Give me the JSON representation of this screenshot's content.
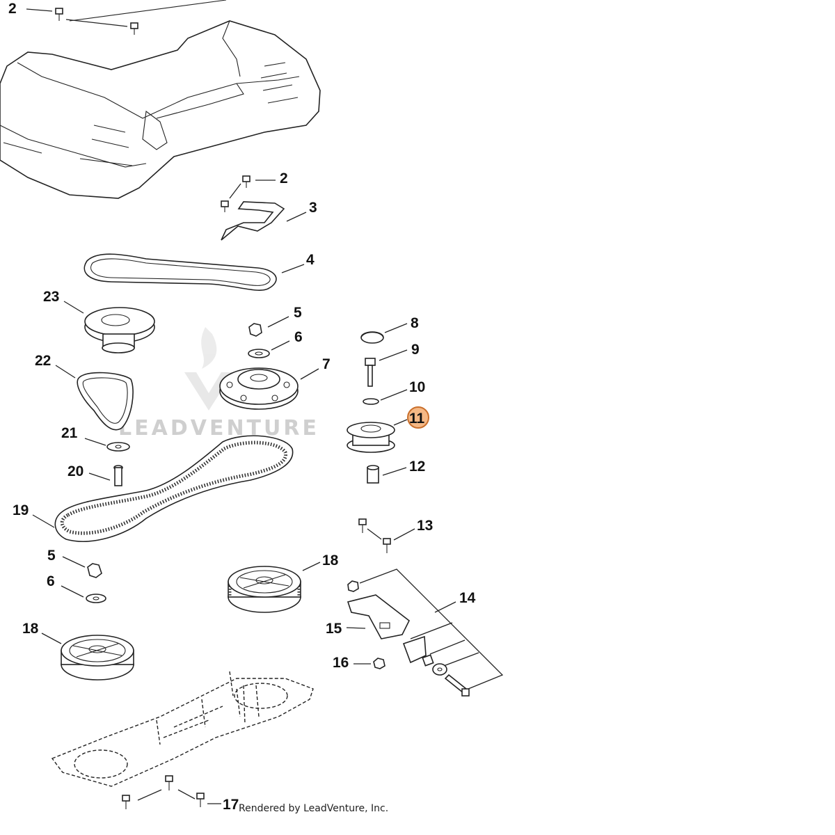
{
  "diagram": {
    "callouts": [
      {
        "id": "2a",
        "label": "2"
      },
      {
        "id": "2b",
        "label": "2"
      },
      {
        "id": "3",
        "label": "3"
      },
      {
        "id": "4",
        "label": "4"
      },
      {
        "id": "23",
        "label": "23"
      },
      {
        "id": "5a",
        "label": "5"
      },
      {
        "id": "6a",
        "label": "6"
      },
      {
        "id": "7",
        "label": "7"
      },
      {
        "id": "8",
        "label": "8"
      },
      {
        "id": "9",
        "label": "9"
      },
      {
        "id": "10",
        "label": "10"
      },
      {
        "id": "11",
        "label": "11",
        "highlighted": true
      },
      {
        "id": "12",
        "label": "12"
      },
      {
        "id": "22",
        "label": "22"
      },
      {
        "id": "21",
        "label": "21"
      },
      {
        "id": "20",
        "label": "20"
      },
      {
        "id": "19",
        "label": "19"
      },
      {
        "id": "13",
        "label": "13"
      },
      {
        "id": "5b",
        "label": "5"
      },
      {
        "id": "6b",
        "label": "6"
      },
      {
        "id": "18a",
        "label": "18"
      },
      {
        "id": "18b",
        "label": "18"
      },
      {
        "id": "14",
        "label": "14"
      },
      {
        "id": "15",
        "label": "15"
      },
      {
        "id": "16",
        "label": "16"
      },
      {
        "id": "17",
        "label": "17"
      }
    ],
    "highlight_color": "#f5b885",
    "watermark": "LEADVENTURE",
    "footer": "Rendered by LeadVenture, Inc."
  }
}
